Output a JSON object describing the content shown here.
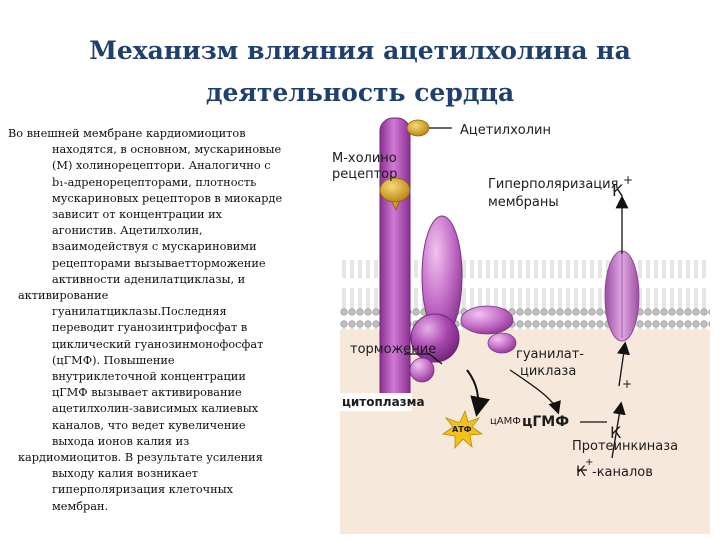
{
  "title": {
    "line1": "Механизм влияния ацетилхолина на",
    "line2": "деятельность сердца"
  },
  "text_lines": [
    {
      "t": "Во внешней мембране кардиомиоцитов",
      "cls": "first"
    },
    {
      "t": "находятся, в основном, мускариновые",
      "cls": "cont"
    },
    {
      "t": "(М) холинорецептори. Аналогично  с",
      "cls": "cont"
    },
    {
      "t": "b₁-адренорецепторами, плотность",
      "cls": "cont"
    },
    {
      "t": "мускариновых рецепторов в миокарде",
      "cls": "cont"
    },
    {
      "t": "зависит от концентрации их",
      "cls": "cont"
    },
    {
      "t": "агонистив. Ацетилхолин,",
      "cls": "cont"
    },
    {
      "t": "взаимодействуя с мускариновими",
      "cls": "cont"
    },
    {
      "t": "рецепторами вызываетторможение",
      "cls": "cont"
    },
    {
      "t": "активности аденилатциклазы, и",
      "cls": "cont"
    },
    {
      "t": "активирование",
      "cls": "lead"
    },
    {
      "t": "гуанилатциклазы.Последняя",
      "cls": "cont"
    },
    {
      "t": "переводит гуанозинтрифосфат в",
      "cls": "cont"
    },
    {
      "t": "циклический гуанозинмонофосфат",
      "cls": "cont"
    },
    {
      "t": "(цГМФ). Повышение",
      "cls": "cont"
    },
    {
      "t": "внутриклеточной концентрации",
      "cls": "cont"
    },
    {
      "t": "цГМФ вызывает активирование",
      "cls": "cont"
    },
    {
      "t": "ацетилхолин-зависимых калиевых",
      "cls": "cont"
    },
    {
      "t": "каналов, что ведет кувеличение",
      "cls": "cont"
    },
    {
      "t": "выхода ионов калия из",
      "cls": "cont"
    },
    {
      "t": "кардиомиоцитов. В результате усиления",
      "cls": "lead"
    },
    {
      "t": "выходу калия возникает",
      "cls": "cont"
    },
    {
      "t": "гиперполяризация клеточных",
      "cls": "cont"
    },
    {
      "t": "мембран.",
      "cls": "cont"
    }
  ],
  "diagram": {
    "acetylcholine": "Ацетилхолин",
    "receptor_line1": "М-холино",
    "receptor_line2": "рецептор",
    "hyper_line1": "Гиперполяризация",
    "hyper_line2": "мембраны",
    "k_plus_top": "К",
    "plus": "+",
    "inhibition": "торможение",
    "gc_line1": "гуанилат-",
    "gc_line2": "циклаза",
    "cytoplasm": "цитоплазма",
    "atf": "АТФ",
    "camp": "цАМФ",
    "cgmp": "цГМФ",
    "k_plus_mid": "К",
    "pk_line1": "Протеинкиназа",
    "pk_line2a": "К",
    "pk_line2b": "-каналов",
    "colors": {
      "receptor": "#b24fb8",
      "protein_light": "#d98ad8",
      "channel": "#c07ac8",
      "ach": "#d8a21a",
      "cytoplasm": "#f6e9dc",
      "atf_star": "#f2c21a"
    }
  }
}
